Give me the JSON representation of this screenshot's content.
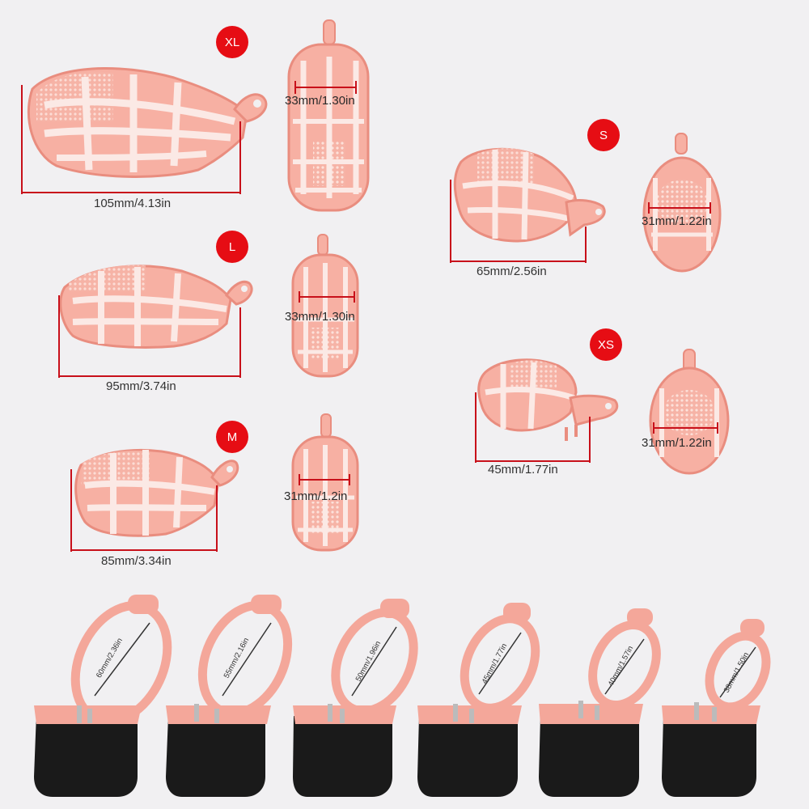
{
  "colors": {
    "background": "#f1f0f2",
    "badge": "#e60d14",
    "cage": "#f4a79a",
    "base": "#1a1a1a",
    "measure_line": "#c8101a"
  },
  "sizes": [
    {
      "badge": "XL",
      "length_label": "105mm/4.13in",
      "width_label": "33mm/1.30in"
    },
    {
      "badge": "L",
      "length_label": "95mm/3.74in",
      "width_label": "33mm/1.30in"
    },
    {
      "badge": "M",
      "length_label": "85mm/3.34in",
      "width_label": "31mm/1.2in"
    },
    {
      "badge": "S",
      "length_label": "65mm/2.56in",
      "width_label": "31mm/1.22in"
    },
    {
      "badge": "XS",
      "length_label": "45mm/1.77in",
      "width_label": "31mm/1.22in"
    }
  ],
  "rings": [
    {
      "label": "60mm/2.36in"
    },
    {
      "label": "55mm/2.16in"
    },
    {
      "label": "50mm/1.96in"
    },
    {
      "label": "45mm/1.77in"
    },
    {
      "label": "40mm/1.57in"
    },
    {
      "label": "38mm/1.50in"
    }
  ]
}
